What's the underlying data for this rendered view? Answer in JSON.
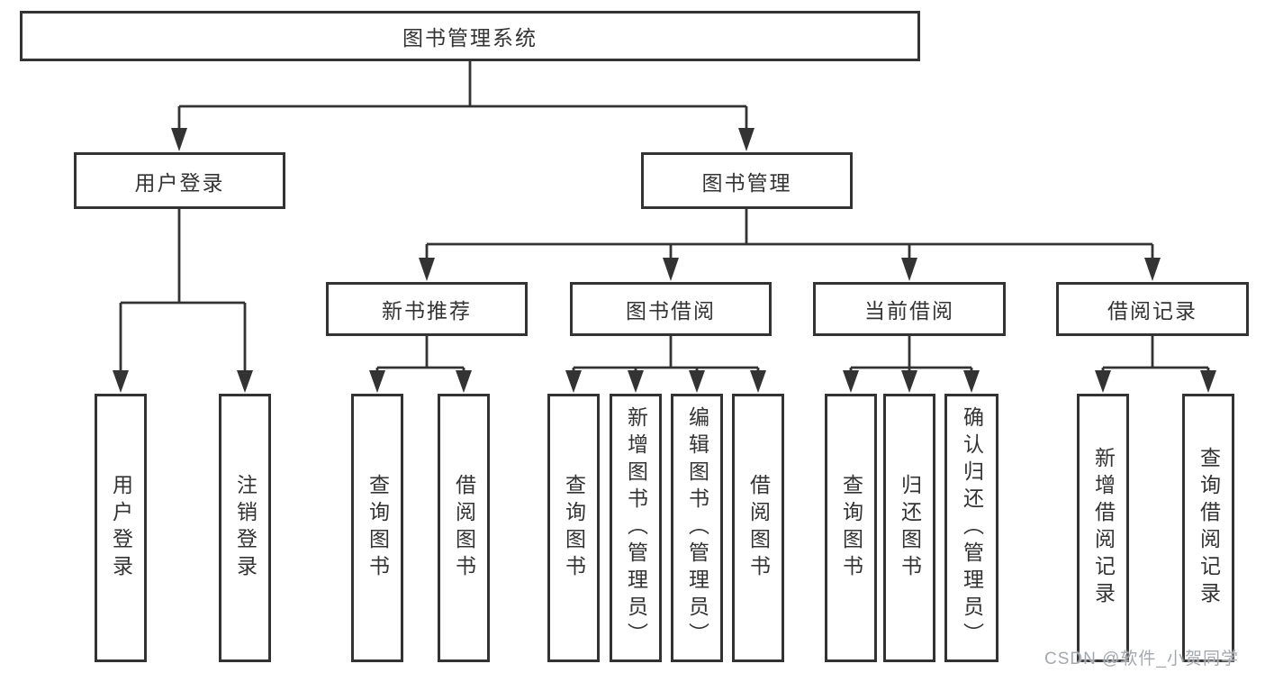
{
  "diagram": {
    "title": "图书管理系统",
    "type": "hierarchy-tree"
  },
  "colors": {
    "line": "#333333",
    "box_border": "#333333",
    "box_fill": "#ffffff",
    "text": "#333333",
    "watermark": "#a4a8af",
    "background": "#ffffff"
  },
  "nodes": {
    "system": "图书管理系统",
    "login_branch": "用户登录",
    "book_mgmt": "图书管理",
    "new_book_rec": "新书推荐",
    "book_borrow": "图书借阅",
    "current_borrow": "当前借阅",
    "borrow_record": "借阅记录",
    "leaves": {
      "user_login": "用户登录",
      "logout": "注销登录",
      "nb_query": "查询图书",
      "nb_borrow": "借阅图书",
      "bb_query": "查询图书",
      "bb_add": "新增图书（管理员）",
      "bb_edit": "编辑图书（管理员）",
      "bb_borrow": "借阅图书",
      "cb_query": "查询图书",
      "cb_return": "归还图书",
      "cb_confirm": "确认归还（管理员）",
      "br_add": "新增借阅记录",
      "br_query": "查询借阅记录"
    }
  },
  "watermark": "CSDN @软件_小贺同学"
}
